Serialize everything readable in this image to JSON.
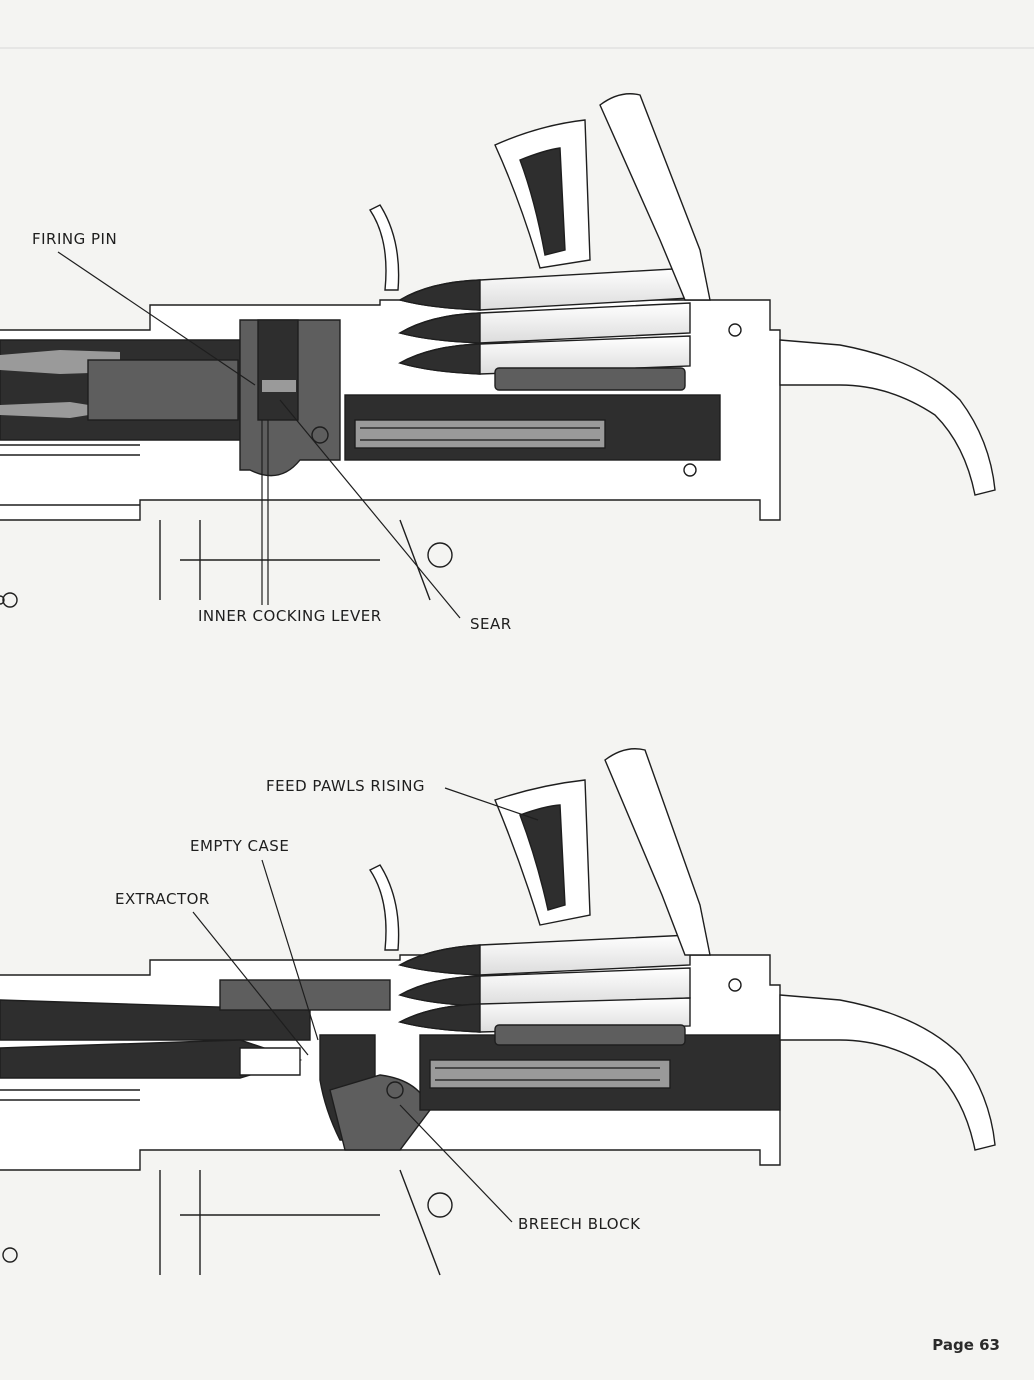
{
  "figure_top": {
    "labels": {
      "firing_pin": "FIRING PIN",
      "inner_cocking_lever": "INNER COCKING LEVER",
      "sear": "SEAR"
    }
  },
  "figure_bottom": {
    "labels": {
      "feed_pawls_rising": "FEED PAWLS RISING",
      "empty_case": "EMPTY CASE",
      "extractor": "EXTRACTOR",
      "breech_block": "BREECH BLOCK"
    }
  },
  "footer": {
    "page_number": "Page 63"
  },
  "colors": {
    "paper": "#f4f4f2",
    "ink": "#1e1e1e",
    "dark_parts": "#2e2e2e",
    "mid_parts": "#5e5e5e",
    "light_parts": "#9a9a9a"
  }
}
